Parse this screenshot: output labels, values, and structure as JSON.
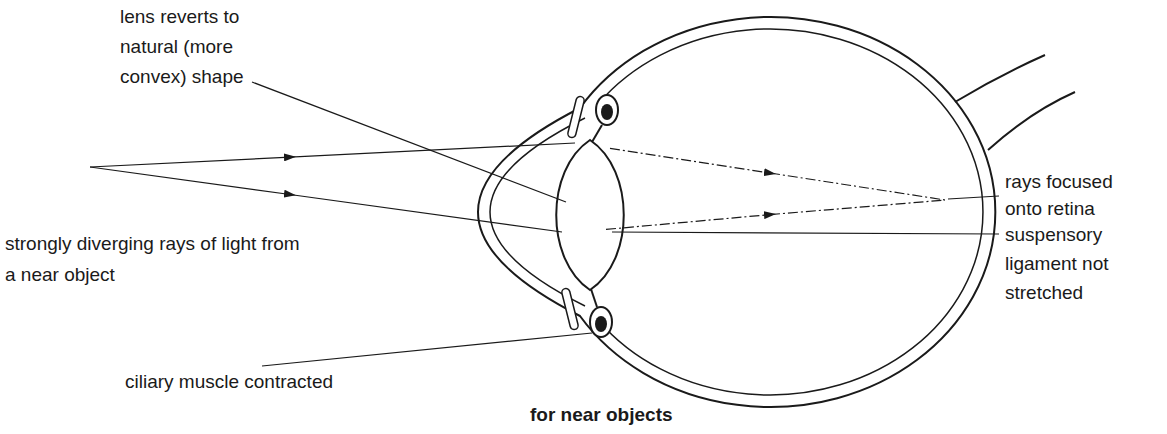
{
  "diagram": {
    "caption": "for near objects",
    "labels": [
      "lens reverts to natural (more convex) shape",
      "strongly diverging rays of light from a near object",
      "ciliary muscle contracted",
      "rays focused onto retina",
      "suspensory ligament not stretched"
    ]
  }
}
